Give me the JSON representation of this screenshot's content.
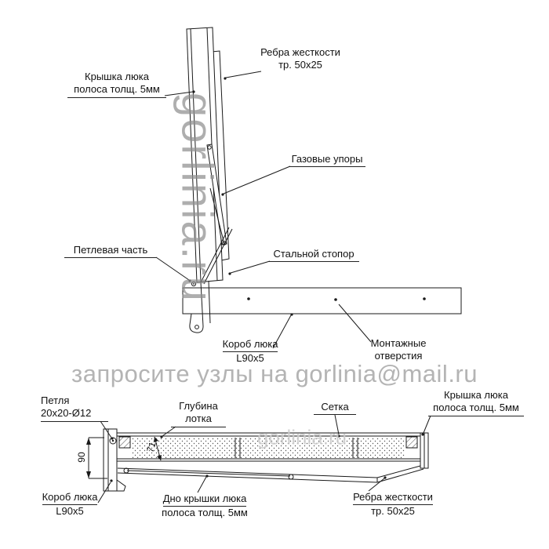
{
  "colors": {
    "line": "#1a1a1a",
    "watermark_banner": "#b4b4b4",
    "watermark_vertical": "#8f8f8f"
  },
  "watermarks": {
    "vertical_text": "gorlinia.ru",
    "banner_text": "запросите узлы на gorlinia@mail.ru",
    "inline_text": "gorlinia.ru"
  },
  "top_view": {
    "ribs_label": {
      "line1": "Ребра жесткости",
      "line2": "тр. 50x25"
    },
    "cover_label": {
      "line1": "Крышка люка",
      "line2": "полоса толщ. 5мм"
    },
    "gas_struts_label": "Газовые упоры",
    "hinge_part_label": "Петлевая часть",
    "steel_stopper_label": "Стальной стопор",
    "box_label": {
      "line1": "Короб люка",
      "line2": "L90x5"
    },
    "mounting_holes_label": {
      "line1": "Монтажные",
      "line2": "отверстия"
    }
  },
  "bottom_view": {
    "hinge_label": {
      "line1": "Петля",
      "line2": "20x20-Ø12"
    },
    "tray_depth_label": {
      "line1": "Глубина",
      "line2": "лотка"
    },
    "mesh_label": "Сетка",
    "cover_label": {
      "line1": "Крышка люка",
      "line2": "полоса толщ. 5мм"
    },
    "box_label": {
      "line1": "Короб люка",
      "line2": "L90x5"
    },
    "cover_bottom_label": {
      "line1": "Дно крышки люка",
      "line2": "полоса толщ. 5мм"
    },
    "ribs_label": {
      "line1": "Ребра жесткости",
      "line2": "тр. 50x25"
    },
    "dim_height": "90",
    "dim_depth": "71"
  }
}
